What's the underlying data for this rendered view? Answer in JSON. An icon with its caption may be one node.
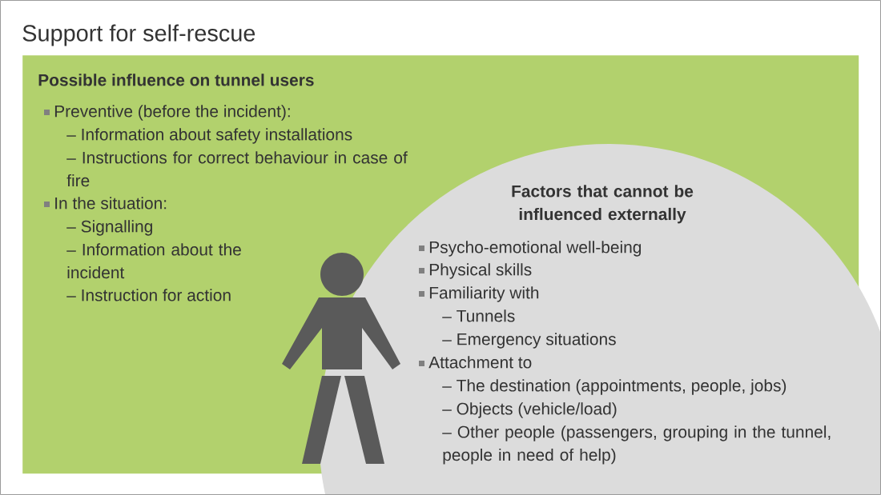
{
  "diagram": {
    "title": "Support for self-rescue",
    "nodes": [
      {
        "text": [
          "Possible influence on tunnel users",
          "Preventive (before the incident):",
          "– Information about safety installations",
          "– Instructions for correct behaviour in case of fire",
          "In the situation:",
          "– Signalling",
          "– Information about the incident",
          "– Instruction for action"
        ]
      },
      {
        "text": [
          "Factors that cannot be influenced externally",
          "Psycho-emotional well-being",
          "Physical skills",
          "Familiarity with",
          "– Tunnels",
          "– Emergency situations",
          "Attachment to",
          "– The destination (appointments, people, jobs)",
          "– Objects (vehicle/load)",
          "– Other people (passengers, grouping in the tunnel, people in need of help)"
        ]
      }
    ]
  }
}
